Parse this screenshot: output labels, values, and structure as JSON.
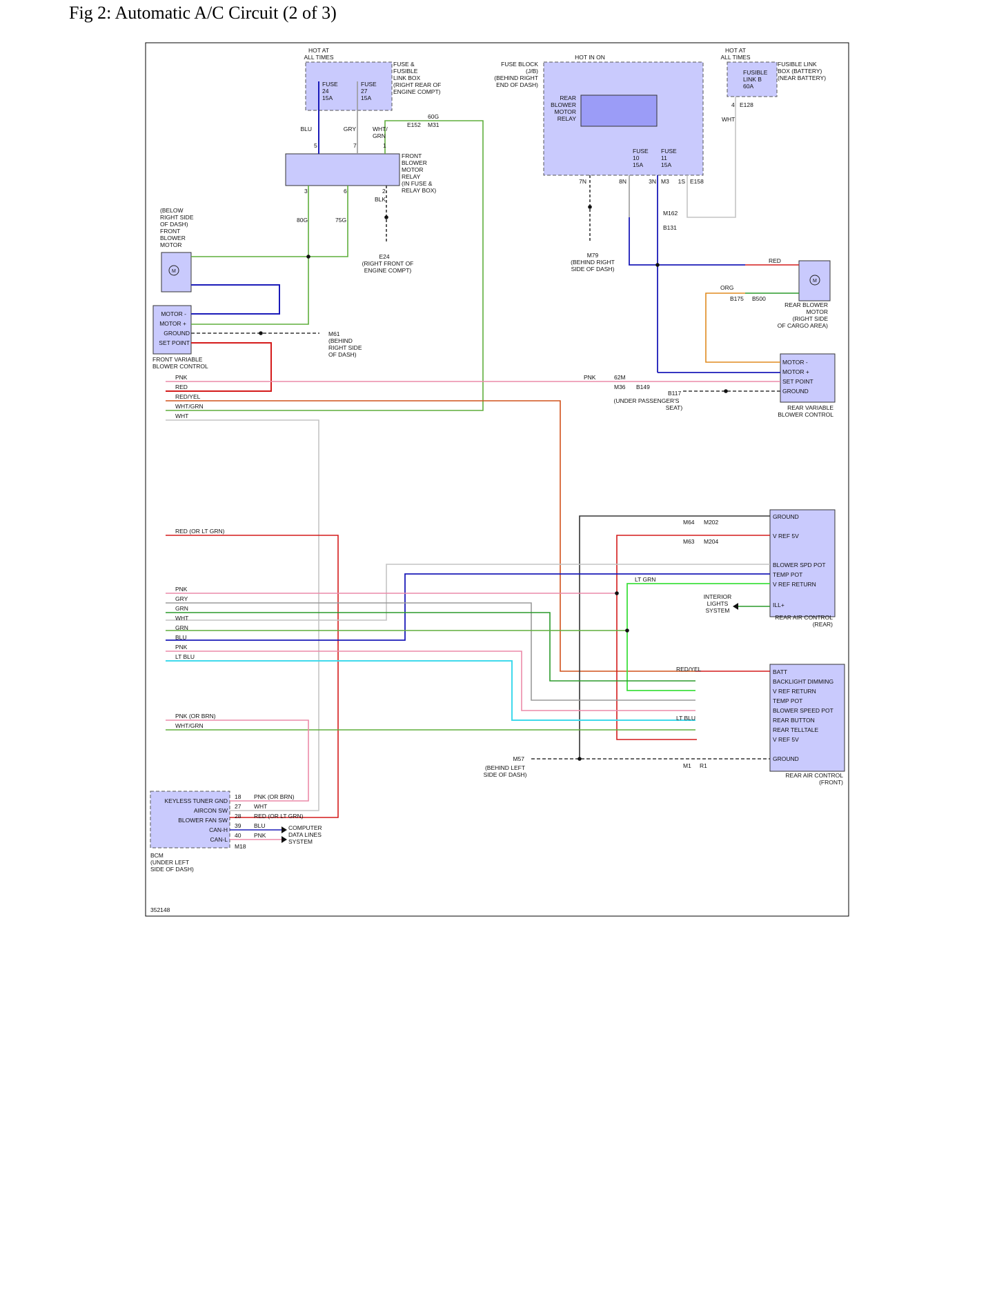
{
  "title": "Fig 2: Automatic A/C Circuit (2 of 3)",
  "colors": {
    "module_fill": "#c9cafd",
    "BLU": "#1a1ab8",
    "GRN": "#2a9a2a",
    "WHTGRN": "#5fae3c",
    "RED": "#d41a1a",
    "PNK": "#ec8aa8",
    "BLK": "#333333",
    "WHT": "#c4c4c4",
    "GRY": "#9a9a9a",
    "ORG": "#e08a1e",
    "REDYEL": "#d0501a",
    "LTGRN": "#3ee03e",
    "LTBLU": "#3fd9ec"
  },
  "labels": {
    "hot1": "HOT AT",
    "hot1b": "ALL TIMES",
    "hot2": "HOT IN ON",
    "hot3": "HOT AT",
    "hot3b": "ALL TIMES",
    "fuse24": "FUSE",
    "fuse24b": "24",
    "fuse24c": "15A",
    "fuse27": "FUSE",
    "fuse27b": "27",
    "fuse27c": "15A",
    "flbox1": "FUSE &",
    "flbox2": "FUSIBLE",
    "flbox3": "LINK BOX",
    "flbox4": "(RIGHT REAR OF",
    "flbox5": "ENGINE COMPT)",
    "fb1": "FUSE BLOCK",
    "fb2": "(J/B)",
    "fb3": "(BEHIND RIGHT",
    "fb4": "END OF DASH)",
    "rbr1": "REAR",
    "rbr2": "BLOWER",
    "rbr3": "MOTOR",
    "rbr4": "RELAY",
    "fuse10": "FUSE",
    "fuse10b": "10",
    "fuse10c": "15A",
    "fuse11": "FUSE",
    "fuse11b": "11",
    "fuse11c": "15A",
    "flb1": "FUSIBLE",
    "flb2": "LINK B",
    "flb3": "60A",
    "flbx1": "FUSIBLE LINK",
    "flbx2": "BOX (BATTERY)",
    "flbx3": "(NEAR BATTERY)",
    "e128": "E128",
    "wht1": "WHT",
    "n4": "4",
    "fbmr1": "FRONT",
    "fbmr2": "BLOWER",
    "fbmr3": "MOTOR",
    "fbmr4": "RELAY",
    "fbmr5": "(IN FUSE &",
    "fbmr6": "RELAY BOX)",
    "blu": "BLU",
    "gry": "GRY",
    "whtgrn": "WHT/GRN",
    "wht": "WHT/",
    "grn": "GRN",
    "e152": "E152",
    "m31": "M31",
    "g60": "60G",
    "p5": "5",
    "p7": "7",
    "p1": "1",
    "p3": "3",
    "p6": "6",
    "p2": "2",
    "g80": "80G",
    "g75": "75G",
    "blk": "BLK",
    "e24a": "E24",
    "e24b": "(RIGHT FRONT OF",
    "e24c": "ENGINE COMPT)",
    "fbm1": "(BELOW",
    "fbm2": "RIGHT SIDE",
    "fbm3": "OF DASH)",
    "fbm4": "FRONT",
    "fbm5": "BLOWER",
    "fbm6": "MOTOR",
    "fvbc1": "FRONT VARIABLE",
    "fvbc2": "BLOWER CONTROL",
    "fv_motorm": "MOTOR -",
    "fv_motorp": "MOTOR +",
    "fv_ground": "GROUND",
    "fv_setpoint": "SET POINT",
    "m61a": "M61",
    "m61b": "(BEHIND",
    "m61c": "RIGHT SIDE",
    "m61d": "OF DASH)",
    "n7n": "7N",
    "n8n": "8N",
    "n3n": "3N",
    "m3": "M3",
    "n1s": "1S",
    "e158": "E158",
    "m162": "M162",
    "b131": "B131",
    "m79a": "M79",
    "m79b": "(BEHIND RIGHT",
    "m79c": "SIDE OF DASH)",
    "red": "RED",
    "org": "ORG",
    "b175": "B175",
    "b500": "B500",
    "rbm1": "REAR BLOWER",
    "rbm2": "MOTOR",
    "rbm3": "(RIGHT SIDE",
    "rbm4": "OF CARGO AREA)",
    "rv_motorm": "MOTOR -",
    "rv_motorp": "MOTOR +",
    "rv_setpoint": "SET POINT",
    "rv_ground": "GROUND",
    "rvbc1": "REAR VARIABLE",
    "rvbc2": "BLOWER CONTROL",
    "pnk": "PNK",
    "n62m": "62M",
    "m36": "M36",
    "b149": "B149",
    "b117": "B117",
    "ups1": "(UNDER PASSENGER'S",
    "ups2": "SEAT)",
    "bus1": "PNK",
    "bus2": "RED",
    "bus3": "RED/YEL",
    "bus4": "WHT/GRN",
    "bus5": "WHT",
    "bus6": "RED (OR LT GRN)",
    "bus7": "PNK",
    "bus8": "GRY",
    "bus9": "GRN",
    "bus10": "WHT",
    "bus11": "GRN",
    "bus12": "BLU",
    "bus13": "PNK",
    "bus14": "LT BLU",
    "bus15": "PNK (OR BRN)",
    "bus16": "WHT/GRN",
    "rac_ground": "GROUND",
    "rac_vref": "V REF 5V",
    "rac_bsp": "BLOWER SPD POT",
    "rac_tp": "TEMP POT",
    "rac_vrr": "V REF RETURN",
    "rac_ill": "ILL+",
    "racr1": "REAR AIR CONTROL",
    "racr2": "(REAR)",
    "m64": "M64",
    "m202": "M202",
    "m63": "M63",
    "m204": "M204",
    "ltgrn": "LT GRN",
    "il1": "INTERIOR",
    "il2": "LIGHTS",
    "il3": "SYSTEM",
    "racf_batt": "BATT",
    "racf_bd": "BACKLIGHT DIMMING",
    "racf_vrr": "V REF RETURN",
    "racf_tp": "TEMP POT",
    "racf_bsp": "BLOWER SPEED POT",
    "racf_rb": "REAR BUTTON",
    "racf_rt": "REAR TELLTALE",
    "racf_vref": "V REF 5V",
    "racf_ground": "GROUND",
    "racf1": "REAR AIR CONTROL",
    "racf2": "(FRONT)",
    "m57a": "M57",
    "m57b": "(BEHIND LEFT",
    "m57c": "SIDE OF DASH)",
    "m1": "M1",
    "r1": "R1",
    "bcm_ktg": "KEYLESS TUNER GND",
    "bcm_acs": "AIRCON SW",
    "bcm_bfs": "BLOWER FAN SW",
    "bcm_canh": "CAN-H",
    "bcm_canl": "CAN-L",
    "bcm1": "BCM",
    "bcm2": "(UNDER LEFT",
    "bcm3": "SIDE OF DASH)",
    "cdl1": "COMPUTER",
    "cdl2": "DATA LINES",
    "cdl3": "SYSTEM",
    "m18": "M18",
    "bcm_w18": "PNK  (OR BRN)",
    "bcm_w27": "WHT",
    "bcm_w28": "RED  (OR LT GRN)",
    "bcm_w39": "BLU",
    "bcm_w40": "PNK",
    "p18": "18",
    "p27": "27",
    "p28": "28",
    "p39": "39",
    "p40": "40",
    "ltblu": "LT BLU",
    "redyel": "RED/YEL",
    "figno": "352148"
  }
}
